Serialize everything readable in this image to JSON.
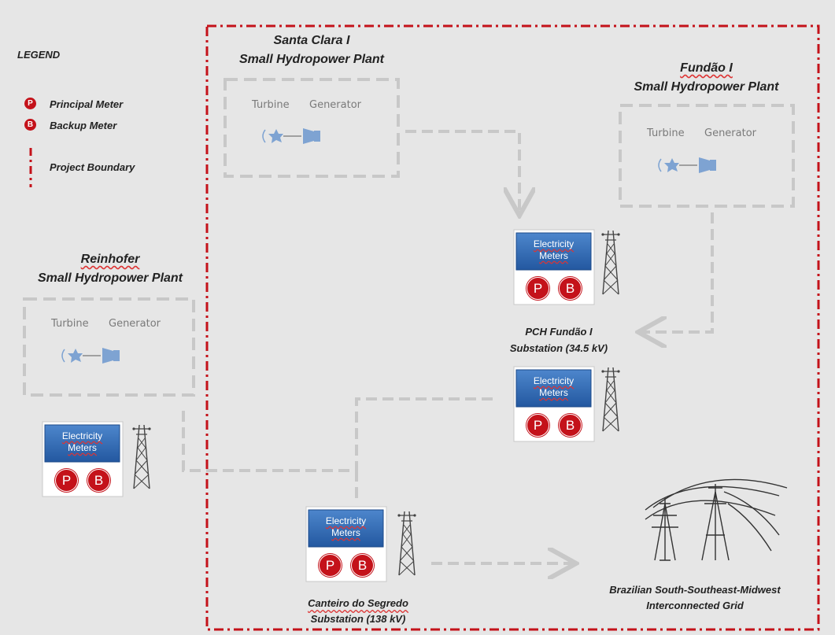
{
  "legend": {
    "title": "LEGEND",
    "principal_meter": "Principal Meter",
    "backup_meter": "Backup Meter",
    "project_boundary": "Project Boundary",
    "p_symbol": "P",
    "b_symbol": "B"
  },
  "plants": {
    "santa_clara": {
      "line1": "Santa Clara I",
      "line2": "Small Hydropower Plant"
    },
    "fundao": {
      "line1": "Fundão I",
      "line2": "Small Hydropower Plant"
    },
    "reinhofer": {
      "line1": "Reinhofer",
      "line2": "Small Hydropower Plant"
    }
  },
  "equipment": {
    "turbine": "Turbine",
    "generator": "Generator"
  },
  "meters": {
    "line1": "Electricity",
    "line2": "Meters",
    "p": "P",
    "b": "B"
  },
  "substations": {
    "pch_fundao": {
      "line1": "PCH Fundão I",
      "line2": "Substation (34.5 kV)"
    },
    "canteiro": {
      "line1": "Canteiro do Segredo",
      "line2": "Substation (138 kV)"
    }
  },
  "grid": {
    "line1": "Brazilian South-Southeast-Midwest",
    "line2": "Interconnected Grid"
  },
  "colors": {
    "boundary": "#c4121a",
    "connector": "#c8c8c8",
    "meter_blue": "#2f6bb5",
    "badge_red": "#c4121a",
    "equipment_blue": "#7ea3d2"
  }
}
